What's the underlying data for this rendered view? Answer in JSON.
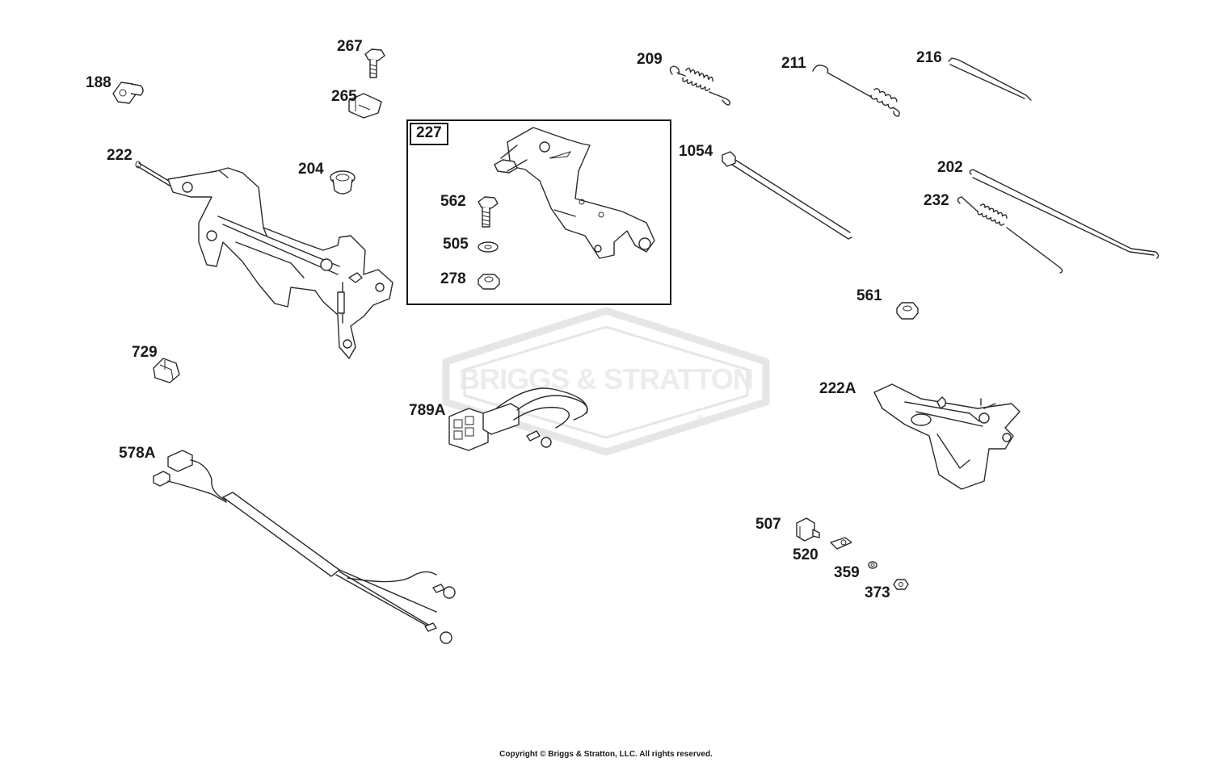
{
  "diagram": {
    "watermark": "BRIGGS & STRATTON",
    "watermark_mark": "®",
    "copyright": "Copyright © Briggs & Stratton, LLC. All rights reserved.",
    "kit": {
      "label": "227"
    },
    "parts": [
      {
        "label": "188"
      },
      {
        "label": "267"
      },
      {
        "label": "265"
      },
      {
        "label": "222"
      },
      {
        "label": "204"
      },
      {
        "label": "562"
      },
      {
        "label": "505"
      },
      {
        "label": "278"
      },
      {
        "label": "209"
      },
      {
        "label": "211"
      },
      {
        "label": "216"
      },
      {
        "label": "1054"
      },
      {
        "label": "202"
      },
      {
        "label": "232"
      },
      {
        "label": "561"
      },
      {
        "label": "729"
      },
      {
        "label": "789A"
      },
      {
        "label": "222A"
      },
      {
        "label": "578A"
      },
      {
        "label": "507"
      },
      {
        "label": "520"
      },
      {
        "label": "359"
      },
      {
        "label": "373"
      }
    ],
    "colors": {
      "line": "#2a2a2a",
      "watermark": "#e6e6e6",
      "background": "#ffffff"
    }
  }
}
